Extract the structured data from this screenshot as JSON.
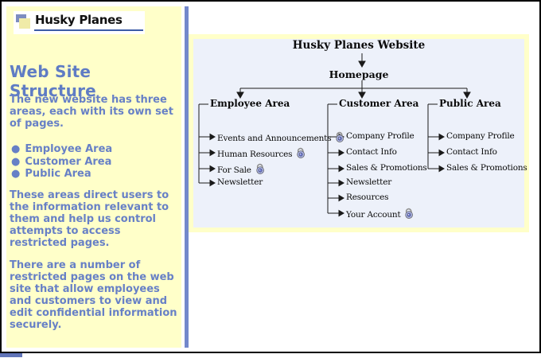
{
  "logo": {
    "title": "Husky Planes"
  },
  "sidebar": {
    "heading": "Web Site Structure",
    "paragraph1": "The new website has three areas, each with its own set of pages.",
    "bullets": [
      {
        "label": "Employee Area"
      },
      {
        "label": "Customer Area"
      },
      {
        "label": "Public Area"
      }
    ],
    "bullet_glyph": "●",
    "paragraph2": "These areas direct users to the information relevant to them and help us control attempts to access restricted pages.",
    "paragraph3": "There are a number of restricted pages on the web site that allow employees and customers to view and edit confidential information securely."
  },
  "diagram": {
    "title": "Husky Planes Website",
    "root": "Homepage",
    "columns": [
      {
        "header": "Employee Area",
        "items": [
          {
            "label": "Events and Announcements",
            "locked": true
          },
          {
            "label": "Human Resources",
            "locked": true
          },
          {
            "label": "For Sale",
            "locked": true
          },
          {
            "label": "Newsletter",
            "locked": false
          }
        ]
      },
      {
        "header": "Customer Area",
        "items": [
          {
            "label": "Company Profile",
            "locked": false
          },
          {
            "label": "Contact Info",
            "locked": false
          },
          {
            "label": "Sales & Promotions",
            "locked": false
          },
          {
            "label": "Newsletter",
            "locked": false
          },
          {
            "label": "Resources",
            "locked": false
          },
          {
            "label": "Your Account",
            "locked": true
          }
        ]
      },
      {
        "header": "Public Area",
        "items": [
          {
            "label": "Company Profile",
            "locked": false
          },
          {
            "label": "Contact Info",
            "locked": false
          },
          {
            "label": "Sales & Promotions",
            "locked": false
          }
        ]
      }
    ]
  },
  "colors": {
    "sidebar_bg": "#ffffc9",
    "sidebar_text": "#6780c6",
    "divider": "#7388cb",
    "diagram_bg": "#edf1fa",
    "diagram_frame": "#ffffc9",
    "page_border": "#000000"
  }
}
